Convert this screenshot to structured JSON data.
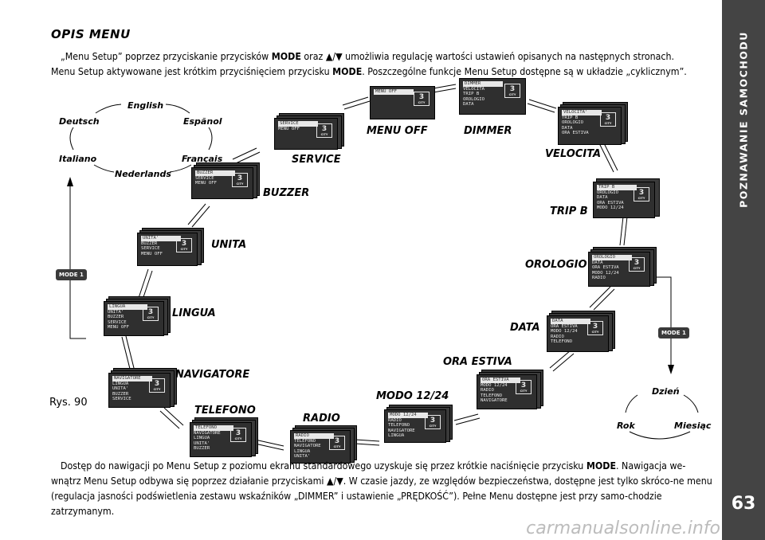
{
  "sidebar": {
    "section_title": "POZNAWANIE SAMOCHODU",
    "page_number": "63"
  },
  "heading": "OPIS MENU",
  "intro": {
    "p1_a": "„Menu Setup” poprzez przyciskanie przycisków ",
    "p1_mode": "MODE",
    "p1_b": " oraz ▲/▼ umożliwia regulację wartości ustawień opisanych na następnych stronach.",
    "p1_c": "Menu Setup aktywowane jest krótkim przyciśnięciem przycisku ",
    "p1_mode2": "MODE",
    "p1_d": ". Poszczególne funkcje Menu Setup dostępne są w układzie „cyklicznym”."
  },
  "languages": [
    "English",
    "Deutsch",
    "Espãnol",
    "Italiano",
    "Français",
    "Nederlands"
  ],
  "date_items": [
    "Dzień",
    "Rok",
    "Miesiąc"
  ],
  "mode_button": "MODE 1",
  "figure_label": "Rys. 90",
  "menu_labels": [
    "MENU OFF",
    "DIMMER",
    "VELOCITA",
    "TRIP B",
    "OROLOGIO",
    "DATA",
    "ORA ESTIVA",
    "MODO 12/24",
    "RADIO",
    "TELEFONO",
    "NAVIGATORE",
    "LINGUA",
    "UNITA",
    "BUZZER",
    "SERVICE"
  ],
  "screens": {
    "menu_off": [
      "MENU OFF"
    ],
    "dimmer": [
      "DIMMER",
      "VELOCITÀ",
      "TRIP B",
      "OROLOGIO",
      "DATA"
    ],
    "velocita": [
      "VELOCITA'",
      "TRIP B",
      "OROLOGIO",
      "DATA",
      "ORA ESTIVA"
    ],
    "trip_b": [
      "TRIP B",
      "OROLOGIO",
      "DATA",
      "ORA ESTIVA",
      "MODO 12/24"
    ],
    "orologio": [
      "OROLOGIO",
      "DATA",
      "ORA ESTIVA",
      "MODO 12/24",
      "RADIO"
    ],
    "data": [
      "DATA",
      "ORA ESTIVA",
      "MODO 12/24",
      "RADIO",
      "TELEFONO"
    ],
    "ora_estiva": [
      "ORA ESTIVA",
      "MODO 12/24",
      "RADIO",
      "TELEFONO",
      "NAVIGATORE"
    ],
    "modo": [
      "MODO 12/24",
      "RADIO",
      "TELEFONO",
      "NAVIGATORE",
      "LINGUA"
    ],
    "radio": [
      "RADIO",
      "TELEFONO",
      "NAVIGATORE",
      "LINGUA",
      "UNITA'"
    ],
    "telefono": [
      "TELEFONO",
      "NAVIGATORE",
      "LINGUA",
      "UNITA'",
      "BUZZER"
    ],
    "navigatore": [
      "NAVIGATORE",
      "LINGUA",
      "UNITA'",
      "BUZZER",
      "SERVICE"
    ],
    "lingua": [
      "LINGUA",
      "UNITA'",
      "BUZZER",
      "SERVICE",
      "MENU OFF"
    ],
    "unita": [
      "UNITA'",
      "BUZZER",
      "SERVICE",
      "MENU OFF"
    ],
    "buzzer": [
      "BUZZER",
      "SERVICE",
      "MENU OFF"
    ],
    "service": [
      "SERVICE",
      "MENU OFF"
    ]
  },
  "screen_badge": {
    "digit": "3",
    "sub": "CITY"
  },
  "outro": {
    "a": "Dostęp do nawigacji po Menu Setup z poziomu ekranu standardowego uzyskuje się przez krótkie naciśnięcie przycisku ",
    "mode": "MODE",
    "b": ". Nawigacja we-wnątrz Menu Setup odbywa się poprzez działanie przyciskami ▲/▼. W czasie jazdy, ze względów bezpieczeństwa, dostępne jest tylko skróco-ne menu (regulacja jasności podświetlenia zestawu wskaźników „DIMMER” i ustawienie „PRĘDKOŚĆ”). Pełne Menu dostępne jest przy samo-chodzie zatrzymanym."
  },
  "watermark": "carmanualsonline.info"
}
